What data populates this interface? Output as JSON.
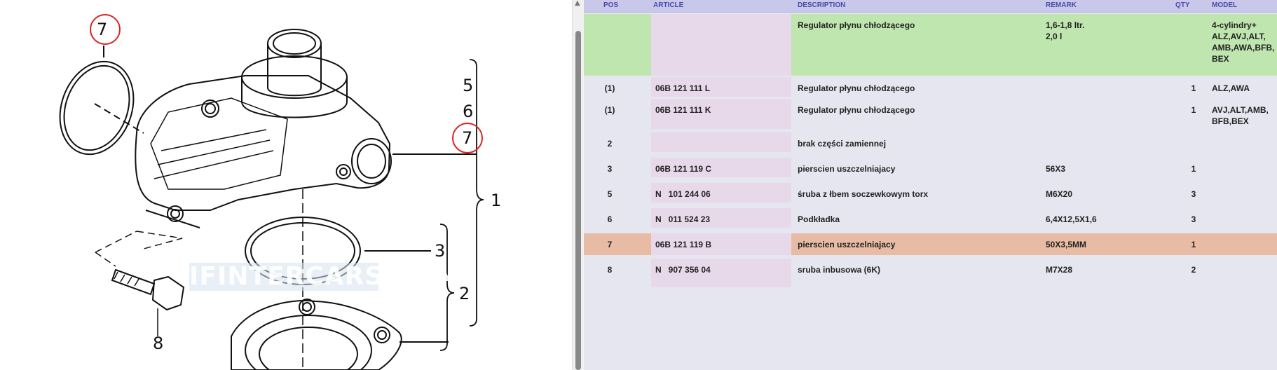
{
  "diagram": {
    "callouts": [
      "7",
      "5",
      "6",
      "7",
      "1",
      "3",
      "2",
      "8"
    ],
    "watermark": "IFINTERCARS.COM"
  },
  "table": {
    "headers": [
      "POS",
      "ARTICLE",
      "DESCRIPTION",
      "REMARK",
      "QTY",
      "MODEL"
    ],
    "rows": [
      {
        "pos": "",
        "article": "",
        "description": "Regulator płynu chłodzącego",
        "remark": [
          "1,6-1,8 ltr.",
          "2,0 l"
        ],
        "qty": "",
        "model": [
          "4-cylindry+",
          "ALZ,AVJ,ALT,",
          "AMB,AWA,BFB,",
          "BEX"
        ],
        "style": "group"
      },
      {
        "pos": "(1)",
        "article": "06B 121 111 L",
        "description": "Regulator płynu chłodzącego",
        "remark": [],
        "qty": "1",
        "model": [
          "ALZ,AWA"
        ],
        "style": "normal"
      },
      {
        "pos": "(1)",
        "article": "06B 121 111 K",
        "description": "Regulator płynu chłodzącego",
        "remark": [],
        "qty": "1",
        "model": [
          "AVJ,ALT,AMB,",
          "BFB,BEX"
        ],
        "style": "normal"
      },
      {
        "pos": "2",
        "article": "",
        "description": "brak części zamiennej",
        "remark": [],
        "qty": "",
        "model": [],
        "style": "normal"
      },
      {
        "pos": "3",
        "article": "06B 121 119 C",
        "description": "pierscien uszczelniajacy",
        "remark": [
          "56X3"
        ],
        "qty": "1",
        "model": [],
        "style": "normal"
      },
      {
        "pos": "5",
        "article": "N   101 244 06",
        "description": "śruba z łbem soczewkowym torx",
        "remark": [
          "M6X20"
        ],
        "qty": "3",
        "model": [],
        "style": "normal"
      },
      {
        "pos": "6",
        "article": "N   011 524 23",
        "description": "Podkładka",
        "remark": [
          "6,4X12,5X1,6"
        ],
        "qty": "3",
        "model": [],
        "style": "normal"
      },
      {
        "pos": "7",
        "article": "06B 121 119 B",
        "description": "pierscien uszczelniajacy",
        "remark": [
          "50X3,5MM"
        ],
        "qty": "1",
        "model": [],
        "style": "highlight"
      },
      {
        "pos": "8",
        "article": "N   907 356 04",
        "description": "sruba inbusowa (6K)",
        "remark": [
          "M7X28"
        ],
        "qty": "2",
        "model": [],
        "style": "normal"
      }
    ]
  },
  "colors": {
    "group": "#c0e6b0",
    "normal": "#e6e6f0",
    "highlight": "#e8bca4",
    "article_bg": "#e8d9ea",
    "header_bg": "#c8c8ea",
    "header_text": "#4a4aa8",
    "callout_circle": "#dd2222"
  }
}
